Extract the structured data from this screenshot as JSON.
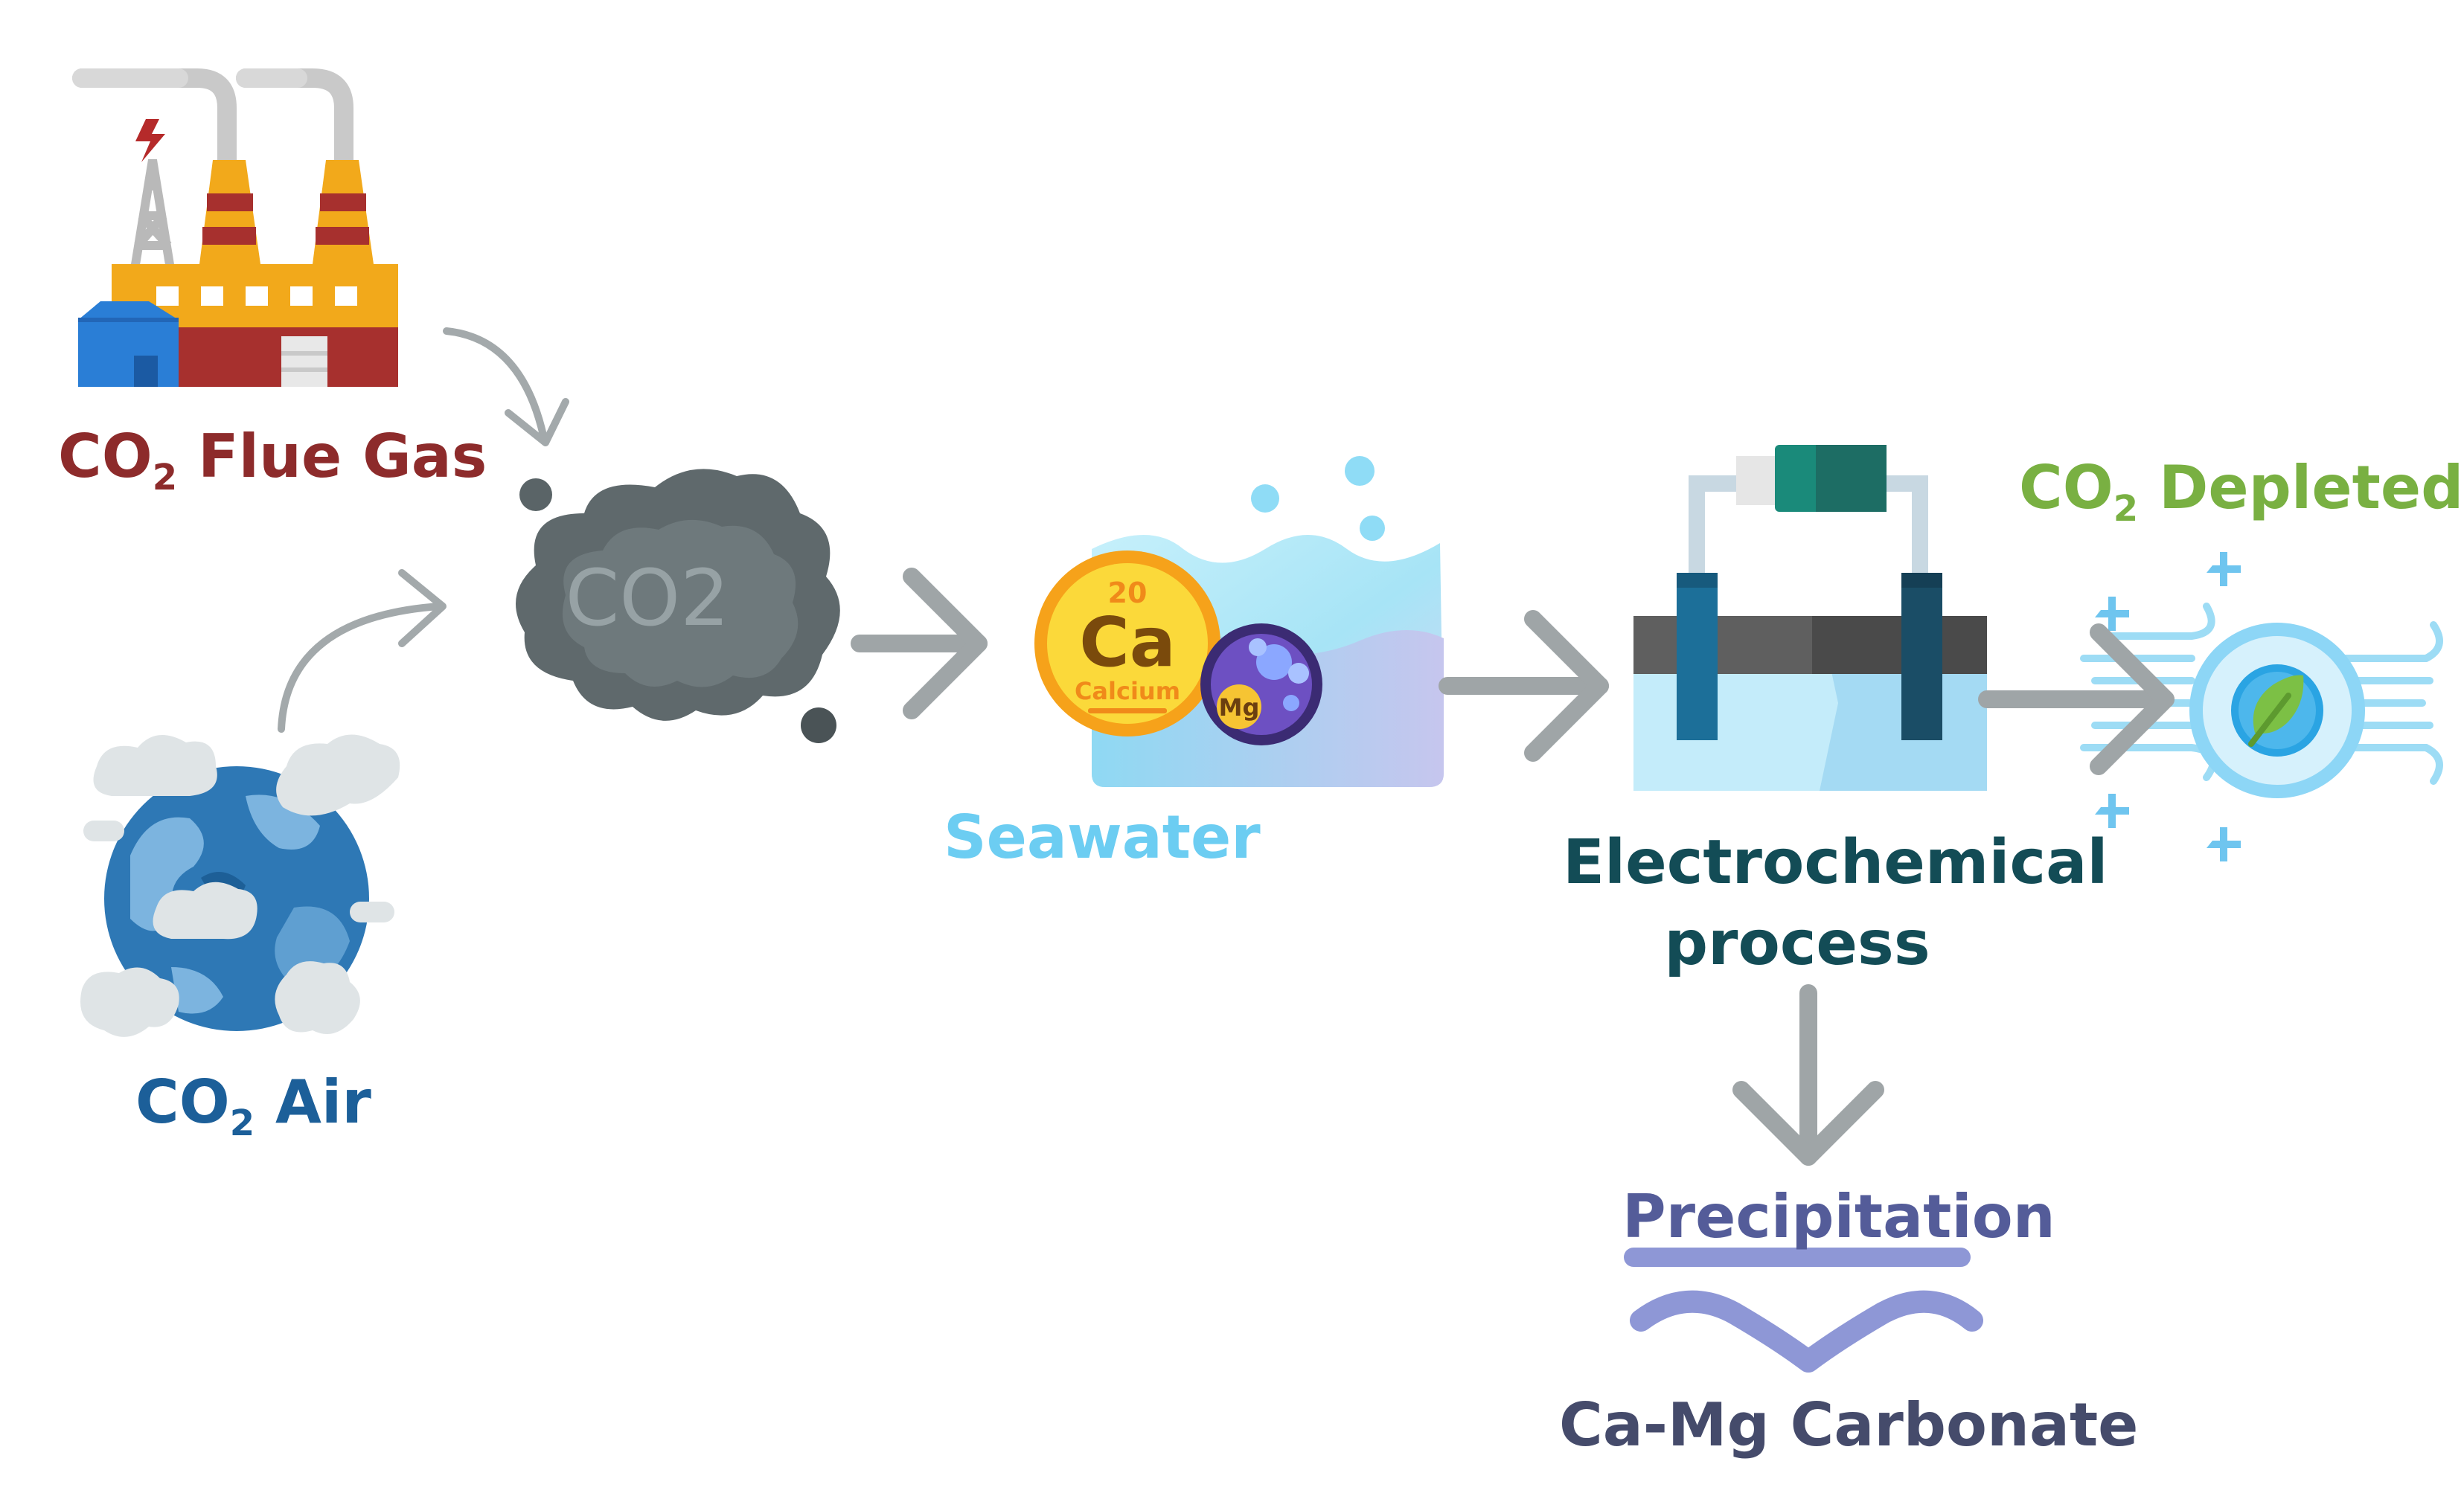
{
  "labels": {
    "flue_gas": {
      "prefix": "CO",
      "sub": "2",
      "suffix": " Flue Gas"
    },
    "air": {
      "prefix": "CO",
      "sub": "2",
      "suffix": " Air"
    },
    "depleted": {
      "prefix": "CO",
      "sub": "2",
      "suffix": " Depleted"
    },
    "seawater": "Seawater",
    "electrochemical": "Electrochemical process",
    "precipitation": "Precipitation",
    "carbonate": "Ca-Mg Carbonate"
  },
  "icons": {
    "cloud_text": "CO2",
    "calcium": {
      "number": "20",
      "symbol": "Ca",
      "name": "Calcium"
    },
    "magnesium": {
      "symbol": "Mg"
    }
  },
  "colors": {
    "flue_gas": "#8d2b2b",
    "air": "#1c5f99",
    "depleted": "#79b042",
    "seawater": "#6ccdf2",
    "electrochemical": "#134c56",
    "precipitation": "#545c99",
    "carbonate": "#454b6b",
    "arrow": "#9fa5a7"
  }
}
